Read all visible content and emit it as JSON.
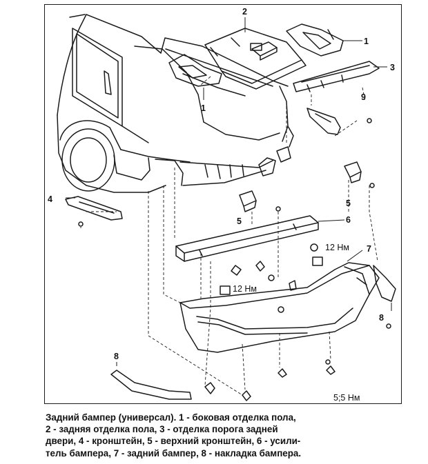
{
  "diagram": {
    "labels": [
      {
        "id": "l2",
        "text": "2"
      },
      {
        "id": "l1a",
        "text": "1"
      },
      {
        "id": "l1b",
        "text": "1"
      },
      {
        "id": "l3",
        "text": "3"
      },
      {
        "id": "l9",
        "text": "9"
      },
      {
        "id": "l4",
        "text": "4"
      },
      {
        "id": "l5a",
        "text": "5"
      },
      {
        "id": "l5b",
        "text": "5"
      },
      {
        "id": "l6",
        "text": "6"
      },
      {
        "id": "l7",
        "text": "7"
      },
      {
        "id": "l8a",
        "text": "8"
      },
      {
        "id": "l8b",
        "text": "8"
      }
    ],
    "torques": [
      {
        "id": "t1",
        "text": "12 Нм"
      },
      {
        "id": "t2",
        "text": "12 Нм"
      },
      {
        "id": "t3",
        "text": "5;5 Нм"
      }
    ]
  },
  "caption": {
    "lines": [
      "Задний бампер (универсал). 1 - боковая отделка пола,",
      "2 - задняя отделка пола, 3 - отделка порога задней",
      "двери, 4 - кронштейн, 5 - верхний кронштейн, 6 - усили-",
      "тель бампера, 7 - задний бампер, 8 - накладка бампера."
    ]
  }
}
